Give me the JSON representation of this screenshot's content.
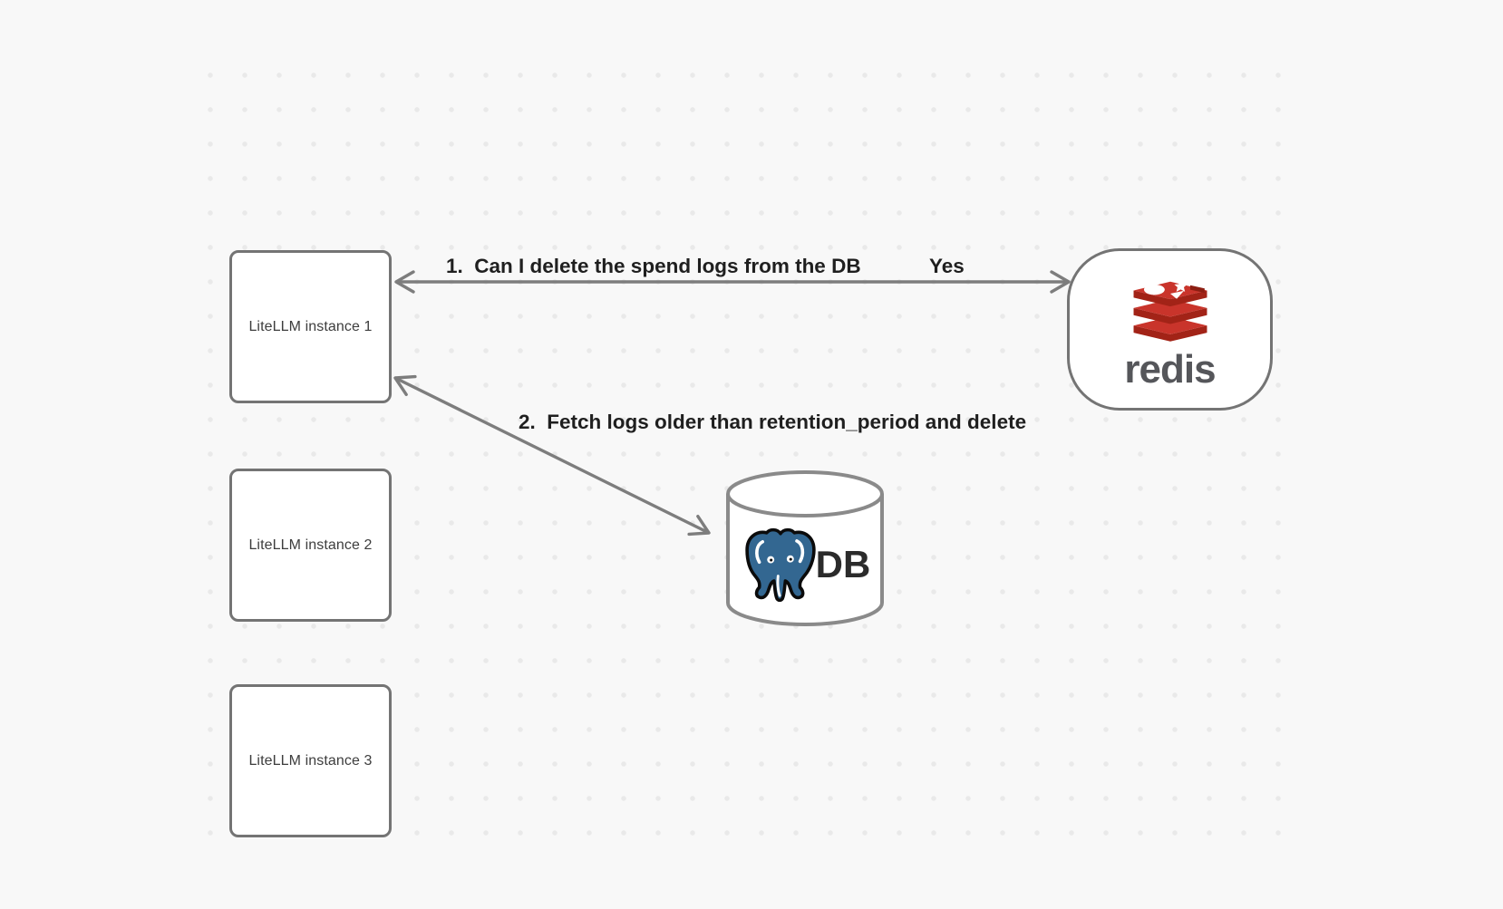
{
  "diagram": {
    "nodes": {
      "instance1": {
        "label": "LiteLLM instance 1"
      },
      "instance2": {
        "label": "LiteLLM instance 2"
      },
      "instance3": {
        "label": "LiteLLM instance 3"
      },
      "redis": {
        "wordmark": "redis",
        "icon": "redis-stack-logo"
      },
      "db": {
        "label": "DB",
        "icon": "postgresql-elephant-logo"
      }
    },
    "edges": {
      "edge1": {
        "label": "1.  Can I delete the spend logs from the DB",
        "answer": "Yes",
        "from": "redis",
        "to": "instance1",
        "style": "double-headed"
      },
      "edge2": {
        "label": "2.  Fetch logs older than retention_period and delete",
        "from": "instance1",
        "to": "db",
        "style": "double-headed"
      }
    }
  },
  "colors": {
    "canvas-bg": "#f8f8f8",
    "dot-color": "#e9e9e9",
    "shape-border": "#747474",
    "arrow-color": "#7d7d7d",
    "label-color": "#1f1f1f",
    "redis-red": "#c9342b",
    "redis-red-dark": "#a22317",
    "postgres-blue": "#336791"
  }
}
